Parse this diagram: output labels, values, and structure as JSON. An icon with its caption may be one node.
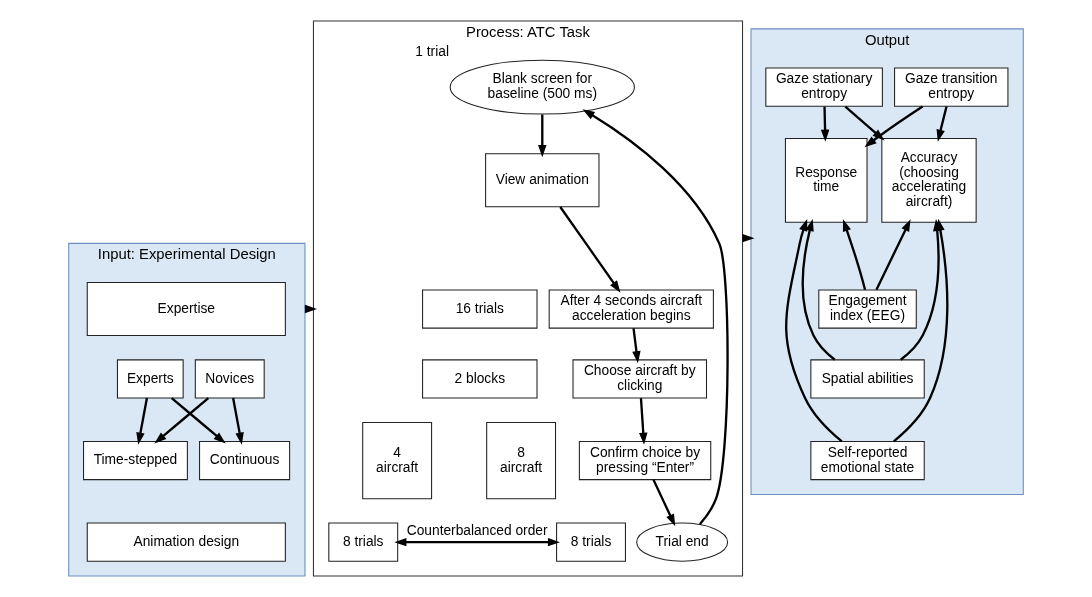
{
  "diagram": {
    "nodes": [
      {
        "text": [
          "Input: Experimental Design"
        ]
      },
      {
        "text": [
          "Expertise"
        ],
        "in": 0
      },
      {
        "text": [
          "Experts"
        ],
        "in": 0
      },
      {
        "text": [
          "Novices"
        ],
        "in": 0
      },
      {
        "text": [
          "Time-stepped"
        ],
        "in": 0
      },
      {
        "text": [
          "Continuous"
        ],
        "in": 0
      },
      {
        "text": [
          "Animation design"
        ],
        "in": 0
      },
      {
        "text": [
          "Process: ATC Task"
        ]
      },
      {
        "text": [
          "16 trials"
        ],
        "in": 7
      },
      {
        "text": [
          "2 blocks"
        ],
        "in": 7
      },
      {
        "text": [
          "4 aircraft"
        ],
        "in": 7
      },
      {
        "text": [
          "8 aircraft"
        ],
        "in": 7
      },
      {
        "text": [
          "8 trials"
        ],
        "in": 7
      },
      {
        "text": [
          "8 trials"
        ],
        "in": 7
      },
      {
        "text": [
          "Blank screen for baseline (500 ms)"
        ],
        "beside": [
          "1 trial"
        ],
        "in": 7
      },
      {
        "text": [
          "View animation"
        ],
        "in": 7
      },
      {
        "text": [
          "After 4 seconds aircraft acceleration begins"
        ],
        "in": 7
      },
      {
        "text": [
          "Choose aircraft by clicking"
        ],
        "in": 7
      },
      {
        "text": [
          "Confirm choice by pressing “Enter”"
        ],
        "in": 7
      },
      {
        "text": [
          "Trial end"
        ],
        "in": 7
      },
      {
        "text": [
          "Output"
        ]
      },
      {
        "text": [
          "Gaze transition entropy"
        ],
        "in": 20
      },
      {
        "text": [
          "Gaze stationary entropy"
        ],
        "in": 20
      },
      {
        "text": [
          "Accuracy (choosing accelerating aircraft)"
        ],
        "in": 20
      },
      {
        "text": [
          "Response time"
        ],
        "in": 20
      },
      {
        "text": [
          "Engagement index (EEG)"
        ],
        "in": 20
      },
      {
        "text": [
          "Spatial abilities"
        ],
        "in": 20
      },
      {
        "text": [
          "Self-reported emotional state"
        ],
        "in": 20
      }
    ],
    "edges": [
      {
        "from": 2,
        "to": 4,
        "arrow": "to"
      },
      {
        "from": 2,
        "to": 5,
        "arrow": "to"
      },
      {
        "from": 3,
        "to": 4,
        "arrow": "to"
      },
      {
        "from": 3,
        "to": 5,
        "arrow": "to"
      },
      {
        "from": 0,
        "to": 7,
        "arrow": "to"
      },
      {
        "from": 12,
        "to": 13,
        "arrow": "both",
        "label": "Counterbalanced order"
      },
      {
        "from": 14,
        "to": 15,
        "arrow": "to"
      },
      {
        "from": 15,
        "to": 16,
        "arrow": "to"
      },
      {
        "from": 16,
        "to": 17,
        "arrow": "to"
      },
      {
        "from": 17,
        "to": 18,
        "arrow": "to"
      },
      {
        "from": 18,
        "to": 19,
        "arrow": "to"
      },
      {
        "from": 19,
        "to": 14,
        "arrow": "to"
      },
      {
        "from": 7,
        "to": 20,
        "arrow": "to"
      },
      {
        "from": 21,
        "to": 23,
        "arrow": "to"
      },
      {
        "from": 21,
        "to": 24,
        "arrow": "to"
      },
      {
        "from": 22,
        "to": 23,
        "arrow": "to"
      },
      {
        "from": 22,
        "to": 24,
        "arrow": "to"
      },
      {
        "from": 25,
        "to": 23,
        "arrow": "to"
      },
      {
        "from": 25,
        "to": 24,
        "arrow": "to"
      },
      {
        "from": 26,
        "to": 23,
        "arrow": "to"
      },
      {
        "from": 26,
        "to": 24,
        "arrow": "to"
      },
      {
        "from": 27,
        "to": 23,
        "arrow": "to"
      },
      {
        "from": 27,
        "to": 24,
        "arrow": "to"
      }
    ]
  }
}
